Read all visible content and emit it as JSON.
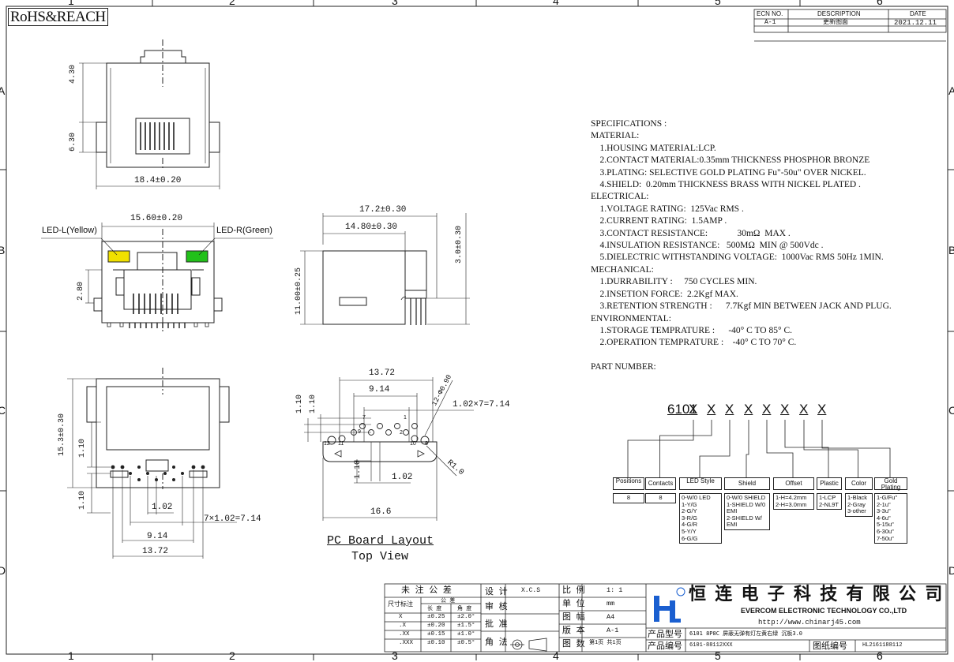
{
  "frame": {
    "cols": [
      "1",
      "2",
      "3",
      "4",
      "5",
      "6"
    ],
    "rows": [
      "A",
      "B",
      "C",
      "D"
    ]
  },
  "badge": "RoHS&REACH",
  "ecn": {
    "headers": [
      "ECN NO.",
      "DESCRIPTION",
      "DATE"
    ],
    "row": [
      "A-1",
      "更新图面",
      "2021.12.11"
    ]
  },
  "front_view": {
    "dims": [
      "4.30",
      "6.30",
      "18.4±0.20"
    ]
  },
  "led_view": {
    "dims": [
      "15.60±0.20",
      "2.80"
    ],
    "led_left": "LED-L(Yellow)",
    "led_right": "LED-R(Green)",
    "led_left_color": "#f0e000",
    "led_right_color": "#22c01a"
  },
  "side_view": {
    "dims": [
      "17.2±0.30",
      "14.80±0.30",
      "11.00±0.25",
      "3.0±0.30"
    ]
  },
  "bottom_view": {
    "dims": [
      "15.3±0.30",
      "1.10",
      "1.10",
      "1.02",
      "7×1.02=7.14",
      "9.14",
      "13.72"
    ]
  },
  "pcb_layout": {
    "dims": [
      "13.72",
      "9.14",
      "1.02×7=7.14",
      "12-Φ0.90",
      "1.10",
      "1.10",
      "1.10",
      "1.02",
      "16.6",
      "R1.0"
    ],
    "pins": [
      "7",
      "9",
      "1",
      "2",
      "11",
      "12",
      "10",
      "8"
    ],
    "caption1": "PC Board Layout",
    "caption2": "Top View"
  },
  "specs": {
    "lines": [
      "SPECIFICATIONS :",
      "MATERIAL:",
      "    1.HOUSING MATERIAL:LCP.",
      "    2.CONTACT MATERIAL:0.35mm THICKNESS PHOSPHOR BRONZE",
      "    3.PLATING: SELECTIVE GOLD PLATING Fu\"-50u\" OVER NICKEL.",
      "    4.SHIELD:  0.20mm THICKNESS BRASS WITH NICKEL PLATED .",
      "ELECTRICAL:",
      "    1.VOLTAGE RATING:  125Vac RMS .",
      "    2.CURRENT RATING:  1.5AMP .",
      "    3.CONTACT RESISTANCE:             30mΩ  MAX .",
      "    4.INSULATION RESISTANCE:   500MΩ  MIN @ 500Vdc .",
      "    5.DIELECTRIC WITHSTANDING VOLTAGE:  1000Vac RMS 50Hz 1MIN.",
      "MECHANICAL:",
      "    1.DURRABILITY :     750 CYCLES MIN.",
      "    2.INSETION FORCE:  2.2Kgf MAX.",
      "    3.RETENTION STRENGTH :      7.7Kgf MIN BETWEEN JACK AND PLUG.",
      "ENVIRONMENTAL:",
      "    1.STORAGE TEMPRATURE :      -40° C TO 85° C.",
      "    2.OPERATION TEMPRATURE :    -40° C TO 70° C.",
      "",
      "PART NUMBER:"
    ]
  },
  "part_number": {
    "base": "6101",
    "slots": [
      "X",
      "X",
      "X",
      "X",
      "X",
      "X",
      "X",
      "X"
    ],
    "categories": [
      {
        "label": "Positions",
        "values": [
          "8"
        ]
      },
      {
        "label": "Contacts",
        "values": [
          "8"
        ]
      },
      {
        "label": "LED Style",
        "values": [
          "0-W/0 LED",
          "1-Y/G",
          "2-G/Y",
          "3-R/G",
          "4-G/R",
          "5-Y/Y",
          "6-G/G"
        ]
      },
      {
        "label": "Shield",
        "values": [
          "0-W/0 SHIELD",
          "1-SHIELD W/0 EMI",
          "2-SHIELD W/ EMI"
        ]
      },
      {
        "label": "Offset",
        "values": [
          "1-H=4.2mm",
          "2-H=3.0mm"
        ]
      },
      {
        "label": "Plastic",
        "values": [
          "1-LCP",
          "2-NL9T"
        ]
      },
      {
        "label": "Color",
        "values": [
          "1-Black",
          "2-Gray",
          "3-other"
        ]
      },
      {
        "label": "Gold Plating",
        "values": [
          "1-G/Fu\"",
          "2-1u\"",
          "3-3u\"",
          "4-6u\"",
          "5-15u\"",
          "6-30u\"",
          "7-50u\""
        ]
      }
    ]
  },
  "tolerance": {
    "title": "未 注 公 差",
    "label": "尺寸标注",
    "sub_head": "公     差",
    "col_heads": [
      "长  度",
      "角  度"
    ],
    "rows": [
      [
        "X",
        "±0.25",
        "±2.0°"
      ],
      [
        ".X",
        "±0.20",
        "±1.5°"
      ],
      [
        ".XX",
        "±0.15",
        "±1.0°"
      ],
      [
        ".XXX",
        "±0.10",
        "±0.5°"
      ]
    ]
  },
  "approvals": {
    "design": "设  计",
    "designer": "X.C.S",
    "review": "审  核",
    "approve": "批  准",
    "angle": "角  法"
  },
  "drawing_info": [
    {
      "k": "比  例",
      "v": "1: 1"
    },
    {
      "k": "单  位",
      "v": "mm"
    },
    {
      "k": "图  幅",
      "v": "A4"
    },
    {
      "k": "版  本",
      "v": "A-1"
    },
    {
      "k": "图  数",
      "v": "第1页 共1页"
    }
  ],
  "company": {
    "name_cn": "恒 连 电 子 科 技 有 限 公 司",
    "name_en": "EVERCOM ELECTRONIC TECHNOLOGY CO.,LTD",
    "url": "http://www.chinarj45.com",
    "product_model_label": "产品型号",
    "product_model": "6101 8P8C 屏蔽无弹有灯左黄右绿 沉板3.0",
    "product_no_label": "产品编号",
    "product_no": "6101-88112XXX",
    "drawing_no_label": "图纸编号",
    "drawing_no": "HL2161188112",
    "logo_blue": "#1a5fd0"
  }
}
